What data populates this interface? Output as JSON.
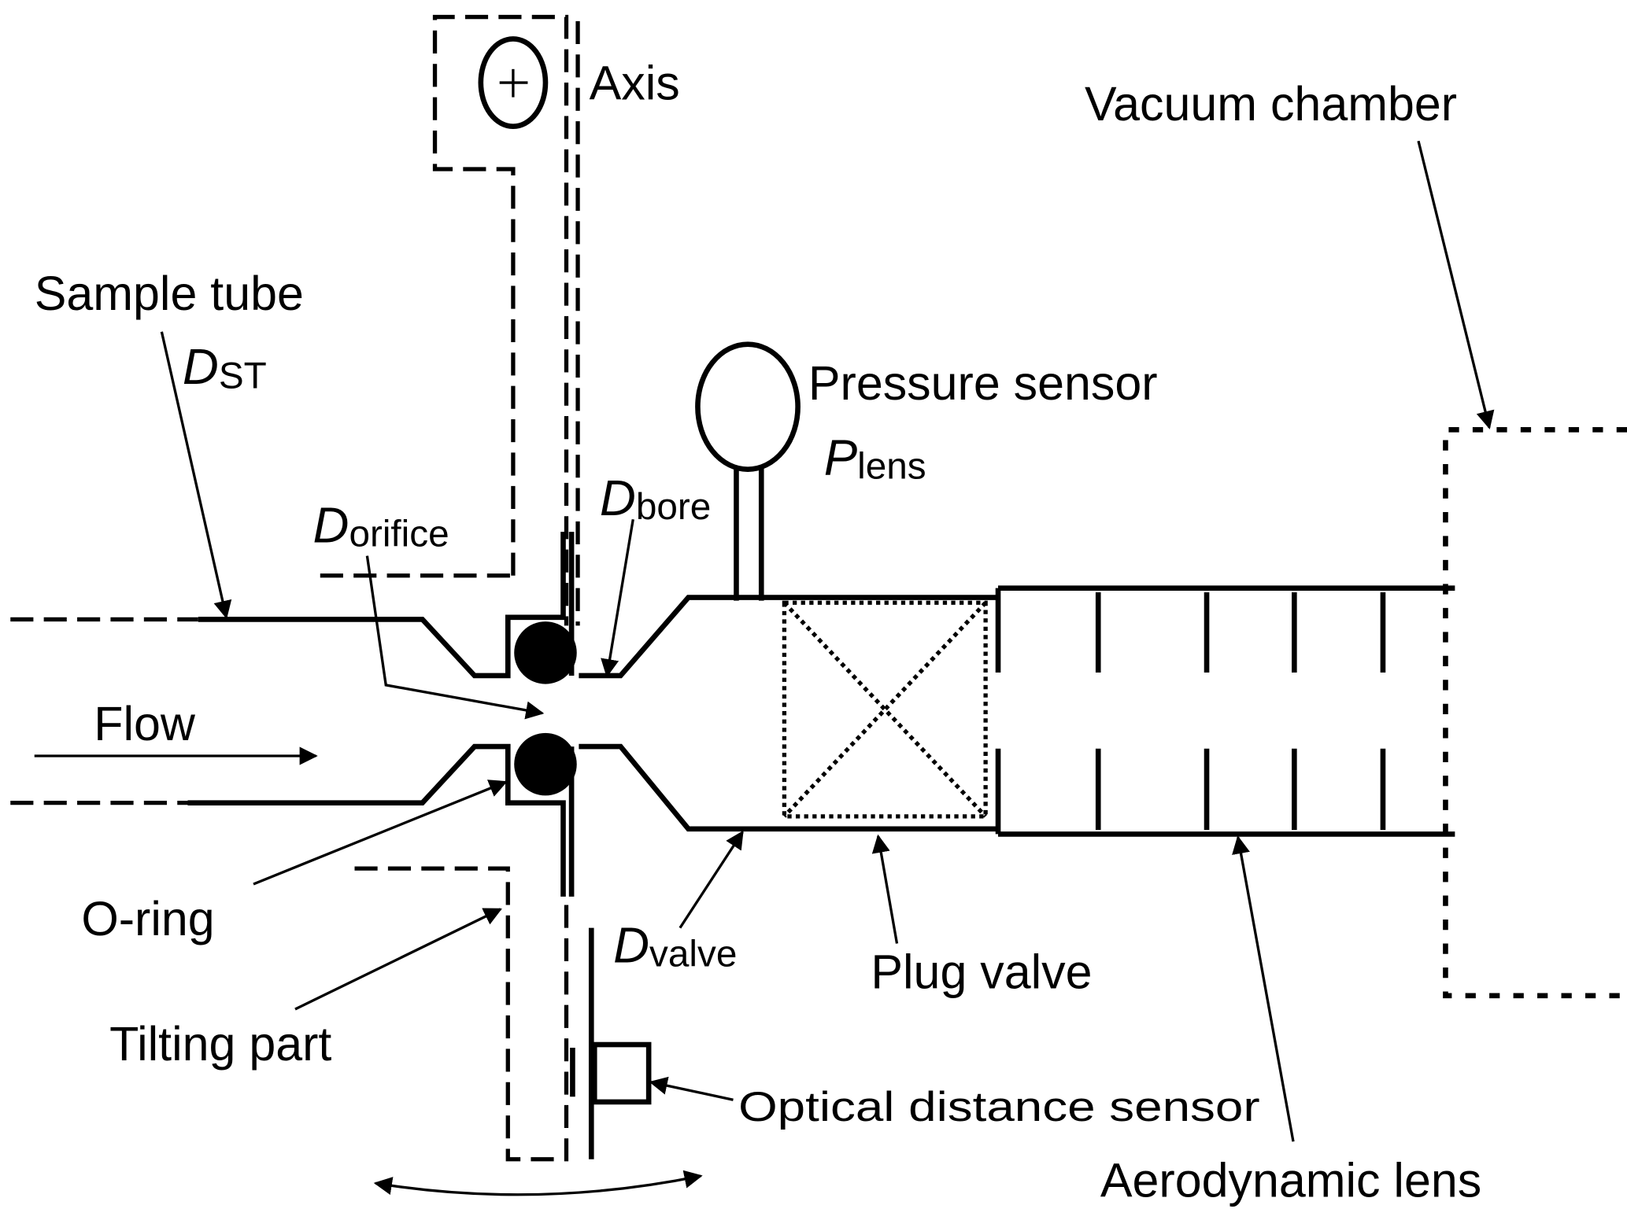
{
  "labels": {
    "axis": "Axis",
    "vacuum_chamber": "Vacuum chamber",
    "sample_tube": "Sample tube",
    "d_st_symbol": "D",
    "d_st_sub": "ST",
    "pressure_sensor": "Pressure sensor",
    "p_lens_symbol": "P",
    "p_lens_sub": "lens",
    "d_orifice_symbol": "D",
    "d_orifice_sub": "orifice",
    "d_bore_symbol": "D",
    "d_bore_sub": "bore",
    "flow": "Flow",
    "o_ring": "O-ring",
    "d_valve_symbol": "D",
    "d_valve_sub": "valve",
    "plug_valve": "Plug valve",
    "tilting_part": "Tilting part",
    "optical_distance_sensor": "Optical distance sensor",
    "aerodynamic_lens": "Aerodynamic lens"
  },
  "icons": {
    "axis_marker": "circle-plus",
    "tilt_motion": "double-headed-curved-arrow"
  }
}
